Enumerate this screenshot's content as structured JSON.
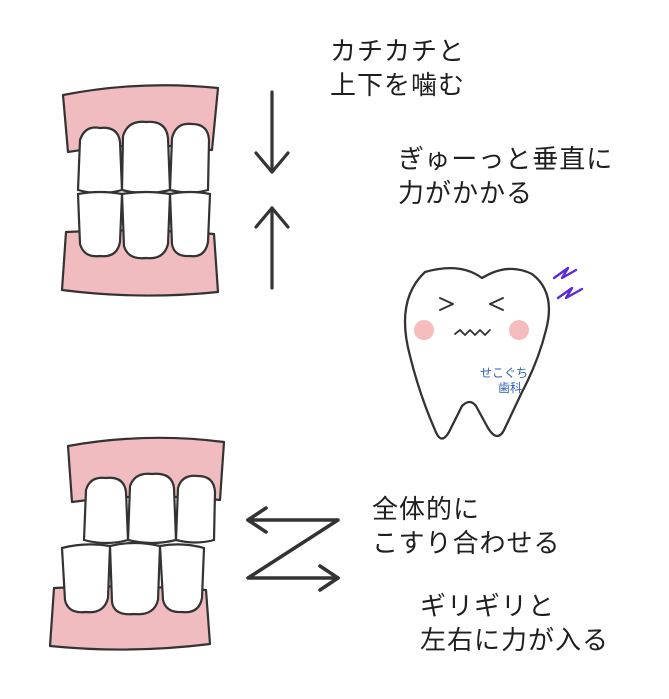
{
  "labels": {
    "clench_action": [
      "カチカチと",
      "上下を噛む"
    ],
    "clench_effect": [
      "ぎゅーっと垂直に",
      "力がかかる"
    ],
    "grind_action": [
      "全体的に",
      "こすり合わせる"
    ],
    "grind_effect": [
      "ギリギリと",
      "左右に力が入る"
    ]
  },
  "watermark": [
    "せこぐち",
    "歯科"
  ],
  "colors": {
    "gum": "#f0bcbf",
    "tooth": "#ffffff",
    "outline": "#333333",
    "arrow": "#333333",
    "cheek": "#f4bcbc",
    "pain_mark": "#5a2bd6",
    "watermark": "#2b5fb8"
  },
  "icons": {
    "arrow_down": "arrow-down-icon",
    "arrow_up": "arrow-up-icon",
    "zigzag": "zigzag-arrow-icon",
    "pain": "lightning-icon"
  }
}
